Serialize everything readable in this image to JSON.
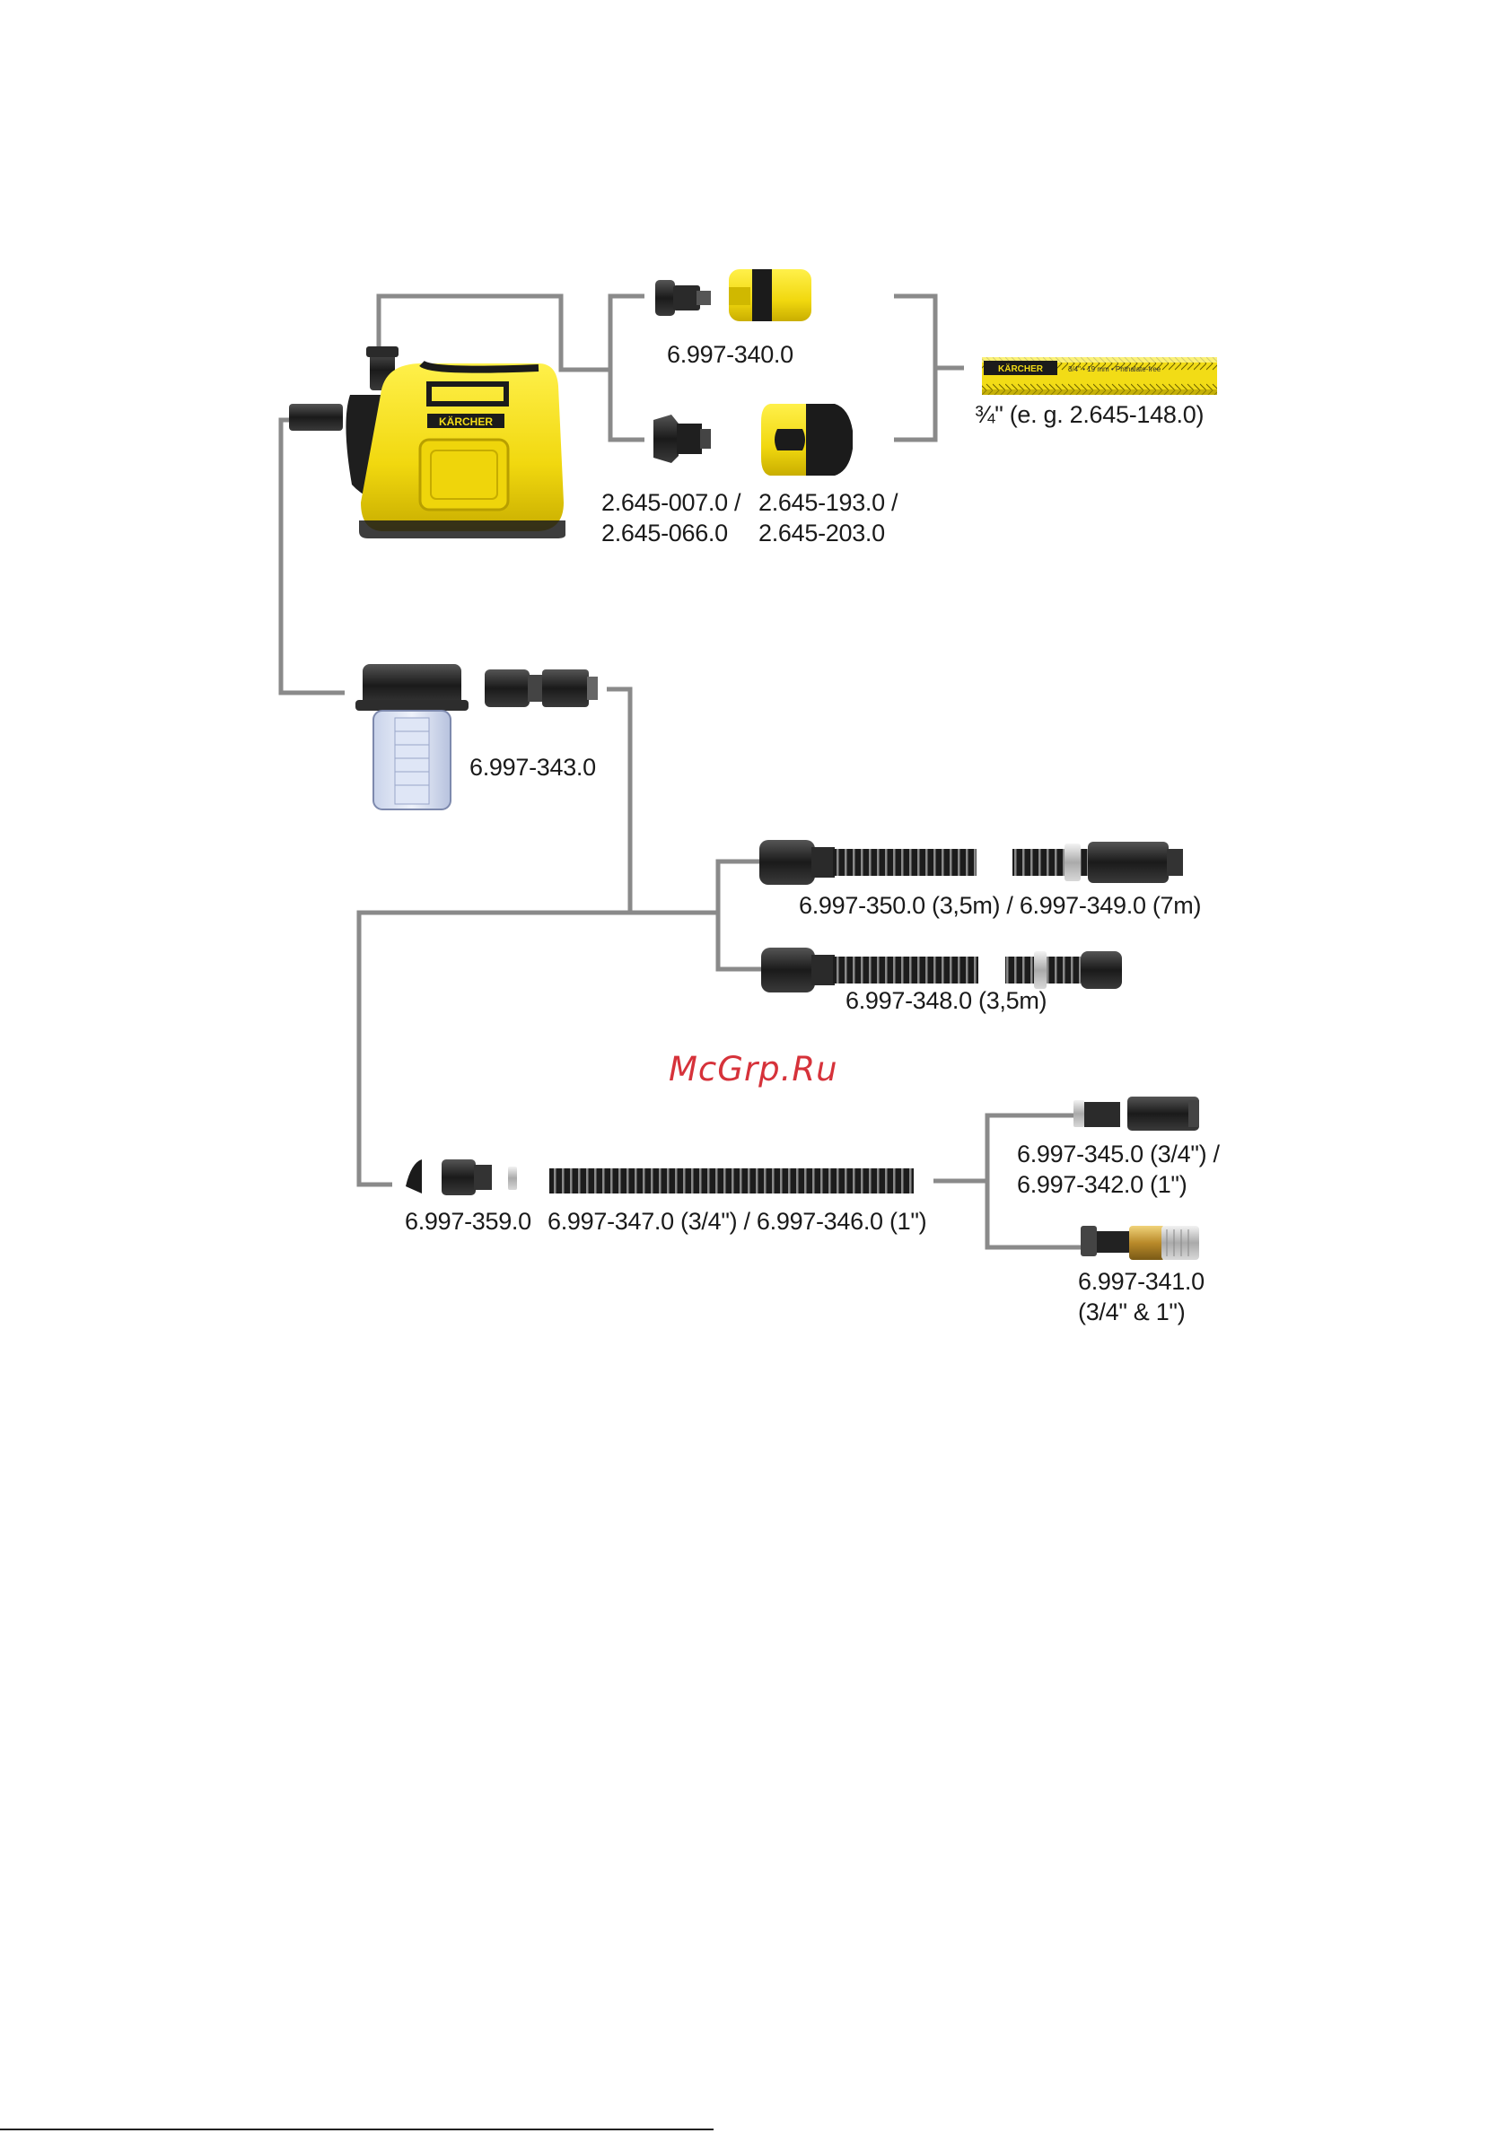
{
  "labels": {
    "coupling_set": "6.997-340.0",
    "tap_adapter": "2.645-007.0 /\n2.645-066.0",
    "hose_connector": "2.645-193.0 /\n2.645-203.0",
    "garden_hose": "¾\" (e. g. 2.645-148.0)",
    "prefilter": "6.997-343.0",
    "suction_hose_set_a": "6.997-350.0 (3,5m) / 6.997-349.0 (7m)",
    "suction_hose_set_b": "6.997-348.0 (3,5m)",
    "connector_set": "6.997-359.0",
    "suction_hose": "6.997-347.0 (3/4\") / 6.997-346.0 (1\")",
    "suction_filter": "6.997-345.0 (3/4\") /\n6.997-342.0 (1\")",
    "suction_filter_brass": "6.997-341.0\n(3/4\" & 1\")"
  },
  "brand": {
    "logo_text": "KÄRCHER",
    "hose_print": "KÄRCHER  3/4\" • 19 mm • Phthalate-free"
  },
  "watermark": "McGrp.Ru",
  "colors": {
    "yellow": "#f2dc16",
    "black": "#1b1b1b",
    "line": "#8a8a8a",
    "watermark": "#d6323a"
  }
}
